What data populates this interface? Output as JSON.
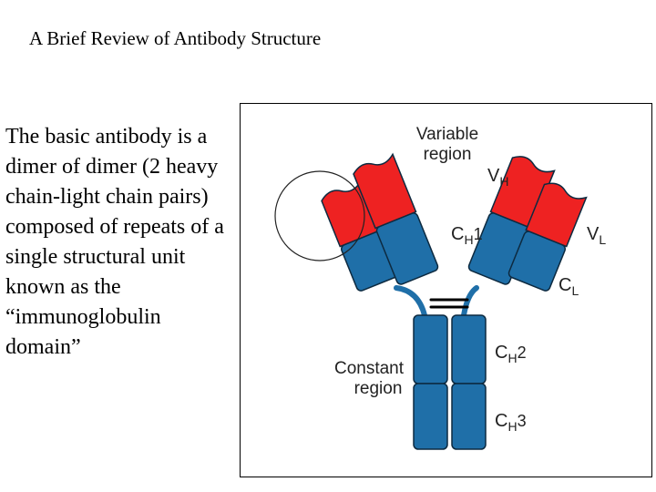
{
  "slide": {
    "title": "A Brief Review of Antibody Structure",
    "body_text": "The basic antibody is a dimer of dimer (2 heavy chain-light chain pairs) composed of repeats of a single structural unit known as the “immunoglobulin domain”"
  },
  "figure": {
    "labels": {
      "variable_region_line1": "Variable",
      "variable_region_line2": "region",
      "vh_main": "V",
      "vh_sub": "H",
      "ch1_main": "C",
      "ch1_sub": "H",
      "ch1_num": "1",
      "vl_main": "V",
      "vl_sub": "L",
      "cl_main": "C",
      "cl_sub": "L",
      "ch2_main": "C",
      "ch2_sub": "H",
      "ch2_num": "2",
      "ch3_main": "C",
      "ch3_sub": "H",
      "ch3_num": "3",
      "constant_region_line1": "Constant",
      "constant_region_line2": "region"
    },
    "colors": {
      "variable_domain": "#ee2222",
      "constant_domain": "#1f6fa8",
      "domain_outline": "#0d2a40",
      "text": "#222222"
    }
  }
}
